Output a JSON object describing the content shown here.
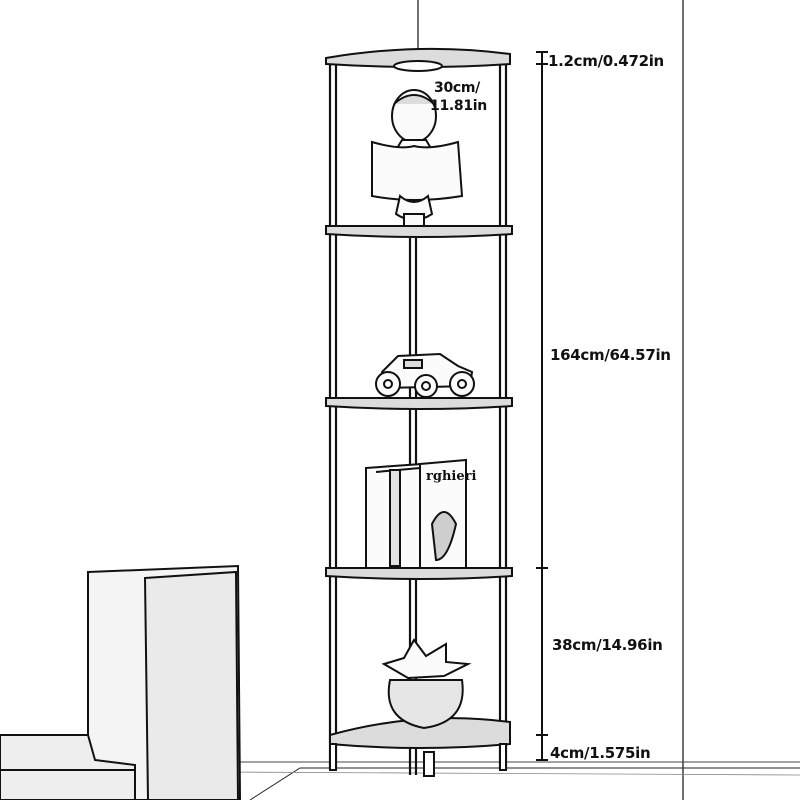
{
  "measurements": {
    "top_thickness": "1.2cm/0.472in",
    "shelf_depth_line1": "30cm/",
    "shelf_depth_line2": "11.81in",
    "total_height": "164cm/64.57in",
    "shelf_spacing": "38cm/14.96in",
    "foot_height": "4cm/1.575in"
  },
  "book": {
    "title": "rghieri"
  }
}
